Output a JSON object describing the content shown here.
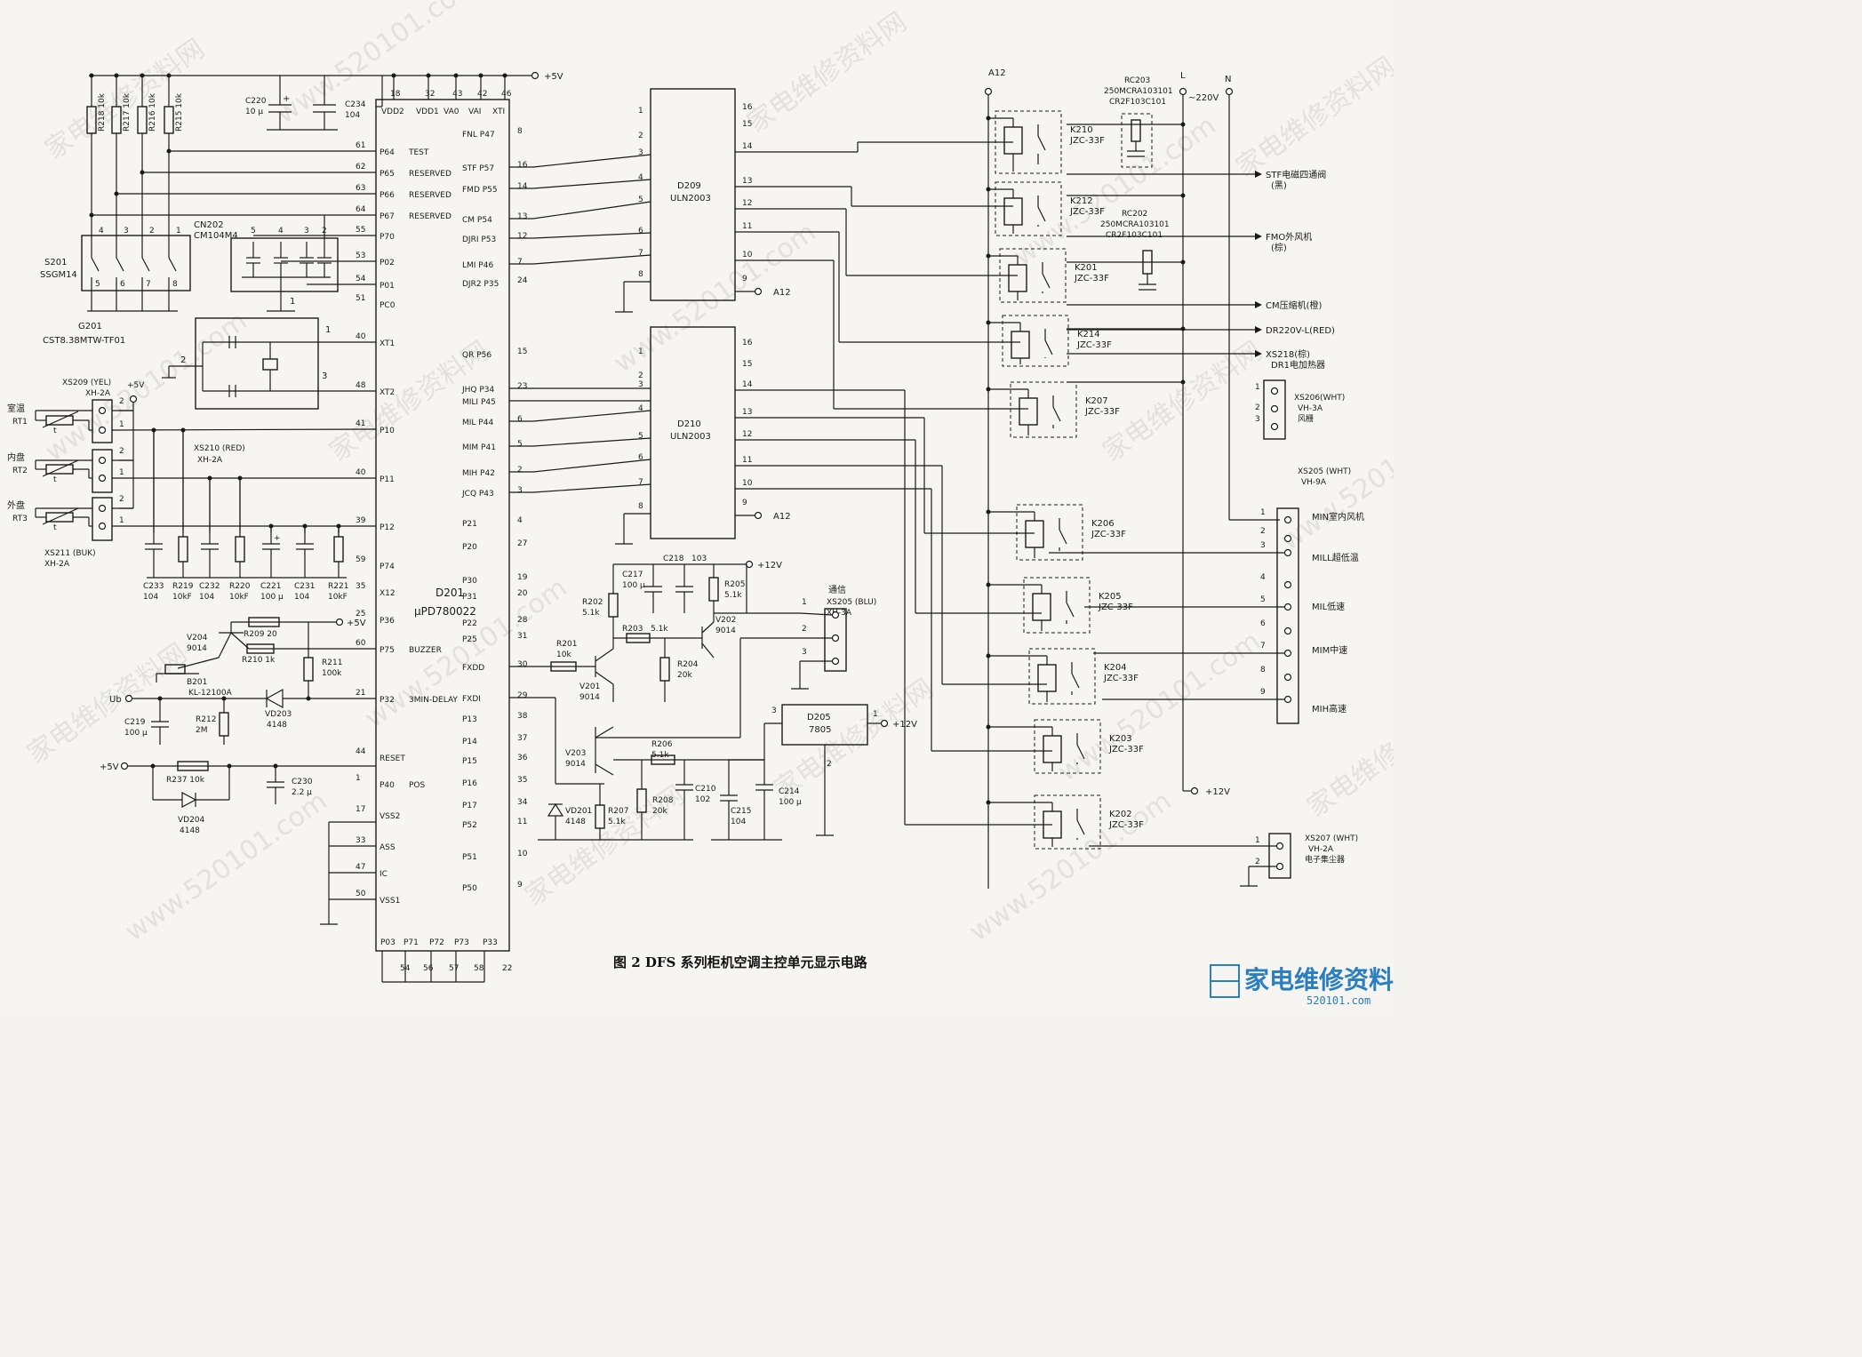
{
  "title": "图 2  DFS 系列柜机空调主控单元显示电路",
  "watermark": [
    "家电维修资料网",
    "www.520101.com"
  ],
  "logo": {
    "text": "家电维修资料网",
    "url": "520101.com"
  },
  "power": {
    "vcc5": "+5V",
    "vcc12": "+12V",
    "ub": "Ub",
    "a12": "A12",
    "l": "L",
    "n": "N",
    "ac": "~220V"
  },
  "mcu": {
    "ref": "D201",
    "part": "μPD780022",
    "top_pins": [
      {
        "num": "18",
        "name": "VDD2"
      },
      {
        "num": "32",
        "name": "VDD1"
      },
      {
        "num": "43",
        "name": "VA0"
      },
      {
        "num": "42",
        "name": "VAI"
      },
      {
        "num": "46",
        "name": "XTI"
      }
    ],
    "left_pins": [
      {
        "num": "61",
        "name": "P64",
        "fn": "TEST"
      },
      {
        "num": "62",
        "name": "P65",
        "fn": "RESERVED"
      },
      {
        "num": "63",
        "name": "P66",
        "fn": "RESERVED"
      },
      {
        "num": "64",
        "name": "P67",
        "fn": "RESERVED"
      },
      {
        "num": "55",
        "name": "P70",
        "fn": ""
      },
      {
        "num": "53",
        "name": "P02",
        "fn": ""
      },
      {
        "num": "54",
        "name": "P01",
        "fn": ""
      },
      {
        "num": "51",
        "name": "PC0",
        "fn": ""
      },
      {
        "num": "40",
        "name": "XT1",
        "fn": ""
      },
      {
        "num": "48",
        "name": "XT2",
        "fn": ""
      },
      {
        "num": "41",
        "name": "P10",
        "fn": ""
      },
      {
        "num": "40",
        "name": "P11",
        "fn": ""
      },
      {
        "num": "39",
        "name": "P12",
        "fn": ""
      },
      {
        "num": "59",
        "name": "P74",
        "fn": ""
      },
      {
        "num": "35",
        "name": "X12",
        "fn": ""
      },
      {
        "num": "25",
        "name": "P36",
        "fn": ""
      },
      {
        "num": "60",
        "name": "P75",
        "fn": "BUZZER"
      },
      {
        "num": "21",
        "name": "P32",
        "fn": "3MIN-DELAY"
      },
      {
        "num": "44",
        "name": "RESET",
        "fn": ""
      },
      {
        "num": "1",
        "name": "P40",
        "fn": "POS"
      },
      {
        "num": "17",
        "name": "VSS2",
        "fn": ""
      },
      {
        "num": "33",
        "name": "ASS",
        "fn": ""
      },
      {
        "num": "47",
        "name": "IC",
        "fn": ""
      },
      {
        "num": "50",
        "name": "VSS1",
        "fn": ""
      }
    ],
    "right_pins": [
      {
        "num": "8",
        "name": "FNL P47"
      },
      {
        "num": "16",
        "name": "STF P57"
      },
      {
        "num": "14",
        "name": "FMD P55"
      },
      {
        "num": "13",
        "name": "CM P54"
      },
      {
        "num": "12",
        "name": "DJRI P53"
      },
      {
        "num": "7",
        "name": "LMI P46"
      },
      {
        "num": "24",
        "name": "DJR2 P35"
      },
      {
        "num": "15",
        "name": "QR P56"
      },
      {
        "num": "23",
        "name": "JHQ P34"
      },
      {
        "num": "",
        "name": "MILI P45"
      },
      {
        "num": "6",
        "name": "MIL P44"
      },
      {
        "num": "5",
        "name": "MIM P41"
      },
      {
        "num": "2",
        "name": "MIH P42"
      },
      {
        "num": "3",
        "name": "JCQ P43"
      },
      {
        "num": "4",
        "name": "P21"
      },
      {
        "num": "27",
        "name": "P20"
      },
      {
        "num": "19",
        "name": "P30"
      },
      {
        "num": "20",
        "name": "P31"
      },
      {
        "num": "28",
        "name": "P22"
      },
      {
        "num": "31",
        "name": "P25"
      },
      {
        "num": "30",
        "name": "FXDD"
      },
      {
        "num": "29",
        "name": "FXDI"
      },
      {
        "num": "38",
        "name": "P13"
      },
      {
        "num": "37",
        "name": "P14"
      },
      {
        "num": "36",
        "name": "P15"
      },
      {
        "num": "35",
        "name": "P16"
      },
      {
        "num": "34",
        "name": "P17"
      },
      {
        "num": "11",
        "name": "P52"
      },
      {
        "num": "10",
        "name": "P51"
      },
      {
        "num": "9",
        "name": "P50"
      }
    ],
    "bottom_pins": [
      {
        "num": "54",
        "name": "P03"
      },
      {
        "num": "56",
        "name": "P71"
      },
      {
        "num": "57",
        "name": "P72"
      },
      {
        "num": "58",
        "name": "P73"
      },
      {
        "num": "22",
        "name": "P33"
      }
    ]
  },
  "drivers": [
    {
      "ref": "D209",
      "part": "ULN2003",
      "left_pins": [
        "1",
        "2",
        "3",
        "4",
        "5",
        "6",
        "7",
        "8"
      ],
      "right_pins": [
        "16",
        "15",
        "14",
        "13",
        "12",
        "11",
        "10",
        "9"
      ]
    },
    {
      "ref": "D210",
      "part": "ULN2003",
      "left_pins": [
        "1",
        "2",
        "3",
        "4",
        "5",
        "6",
        "7",
        "8"
      ],
      "right_pins": [
        "16",
        "15",
        "14",
        "13",
        "12",
        "11",
        "10",
        "9"
      ]
    }
  ],
  "resistors_pullup": [
    "R218 10k",
    "R217 10k",
    "R216 10k",
    "R215 10k"
  ],
  "caps_top": [
    {
      "ref": "C220",
      "val": "10 μ"
    },
    {
      "ref": "C234",
      "val": "104"
    }
  ],
  "switch": {
    "ref": "S201",
    "part": "SSGM14",
    "top_pins": [
      "4",
      "3",
      "2",
      "1"
    ],
    "bottom_pins": [
      "5",
      "6",
      "7",
      "8"
    ]
  },
  "cap_array": {
    "ref": "CN202",
    "part": "CM104M4",
    "pins": [
      "5",
      "4",
      "3",
      "2"
    ],
    "common": "1"
  },
  "crystal": {
    "ref": "G201",
    "part": "CST8.38MTW-TF01",
    "pins": [
      "1",
      "2",
      "3"
    ]
  },
  "sensors": [
    {
      "conn": "XS209 (YEL)",
      "type": "XH-2A",
      "name": "室温",
      "ref": "RT1"
    },
    {
      "conn": "XS210 (RED)",
      "type": "XH-2A",
      "name": "内盘",
      "ref": "RT2"
    },
    {
      "conn": "XS211 (BUK)",
      "type": "XH-2A",
      "name": "外盘",
      "ref": "RT3"
    }
  ],
  "input_caps": [
    {
      "ref": "C233",
      "val": "104"
    },
    {
      "ref": "R219",
      "val": "10kF"
    },
    {
      "ref": "C232",
      "val": "104"
    },
    {
      "ref": "R220",
      "val": "10kF"
    },
    {
      "ref": "C221",
      "val": "100 μ"
    },
    {
      "ref": "C231",
      "val": "104"
    },
    {
      "ref": "R221",
      "val": "10kF"
    }
  ],
  "buzzer": {
    "v204": "V204",
    "v204p": "9014",
    "r209": "R209  20",
    "r210": "R210  1k",
    "r211": "R211",
    "r211v": "100k",
    "b201": "B201",
    "b201p": "KL-12100A",
    "vd203": "VD203",
    "vd203p": "4148",
    "c219": "C219",
    "c219v": "100 μ",
    "r212": "R212",
    "r212v": "2M"
  },
  "reset": {
    "r237": "R237  10k",
    "vd204": "VD204",
    "vd204p": "4148",
    "c230": "C230",
    "c230v": "2.2 μ"
  },
  "comm": {
    "title": "通信",
    "conn": "XS205 (BLU)",
    "type": "XH-3A",
    "pins": [
      "1",
      "2",
      "3"
    ],
    "parts": [
      {
        "ref": "C217",
        "val": "100 μ"
      },
      {
        "ref": "C218",
        "val": "103"
      },
      {
        "ref": "R202",
        "val": "5.1k"
      },
      {
        "ref": "R205",
        "val": "5.1k"
      },
      {
        "ref": "R203",
        "val": "5.1k"
      },
      {
        "ref": "V202",
        "val": "9014"
      },
      {
        "ref": "R201",
        "val": "10k"
      },
      {
        "ref": "R204",
        "val": "20k"
      },
      {
        "ref": "V201",
        "val": "9014"
      },
      {
        "ref": "V203",
        "val": "9014"
      },
      {
        "ref": "R206",
        "val": "5.1k"
      },
      {
        "ref": "C210",
        "val": "102"
      },
      {
        "ref": "R208",
        "val": "20k"
      },
      {
        "ref": "VD201",
        "val": "4148"
      },
      {
        "ref": "R207",
        "val": "5.1k"
      },
      {
        "ref": "C215",
        "val": "104"
      },
      {
        "ref": "C214",
        "val": "100 μ"
      }
    ],
    "reg": {
      "ref": "D205",
      "part": "7805",
      "pins": [
        "3",
        "1",
        "2"
      ]
    }
  },
  "relays": [
    {
      "ref": "K210",
      "part": "JZC-33F"
    },
    {
      "ref": "K212",
      "part": "JZC-33F"
    },
    {
      "ref": "K201",
      "part": "JZC-33F"
    },
    {
      "ref": "K214",
      "part": "JZC-33F"
    },
    {
      "ref": "K207",
      "part": "JZC-33F"
    },
    {
      "ref": "K206",
      "part": "JZC-33F"
    },
    {
      "ref": "K205",
      "part": "JZC-33F"
    },
    {
      "ref": "K204",
      "part": "JZC-33F"
    },
    {
      "ref": "K203",
      "part": "JZC-33F"
    },
    {
      "ref": "K202",
      "part": "JZC-33F"
    }
  ],
  "snubbers": [
    {
      "ref": "RC203",
      "l1": "250MCRA103101",
      "l2": "CR2F103C101"
    },
    {
      "ref": "RC202",
      "l1": "250MCRA103101",
      "l2": "CR2F103C101"
    }
  ],
  "outputs": [
    {
      "label": "STF电磁四通阀",
      "sub": "(黑)"
    },
    {
      "label": "FMO外风机",
      "sub": "(棕)"
    },
    {
      "label": "CM压缩机(橙)",
      "sub": ""
    },
    {
      "label": "DR220V-L(RED)",
      "sub": ""
    },
    {
      "label": "XS218(棕)",
      "sub": "DR1电加热器"
    }
  ],
  "xs206": {
    "ref": "XS206(WHT)",
    "type": "VH-3A",
    "name": "风栅",
    "pins": [
      "1",
      "2",
      "3"
    ]
  },
  "xs205w": {
    "ref": "XS205 (WHT)",
    "type": "VH-9A",
    "pins": [
      "1",
      "2",
      "3",
      "4",
      "5",
      "6",
      "7",
      "8",
      "9"
    ],
    "labels": [
      "MIN室内风机",
      "MILL超低温",
      "MIL低速",
      "MIM中速",
      "MIH高速"
    ]
  },
  "xs207": {
    "ref": "XS207 (WHT)",
    "type": "VH-2A",
    "name": "电子集尘器",
    "pins": [
      "1",
      "2"
    ]
  }
}
